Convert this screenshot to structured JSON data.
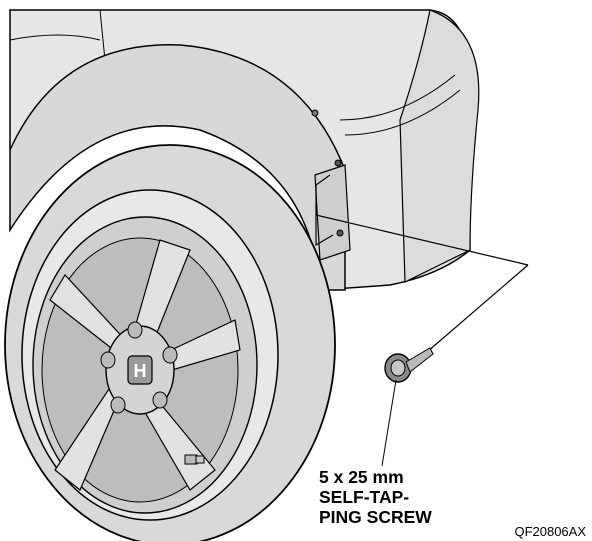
{
  "callout": {
    "line1": "5 x 25 mm",
    "line2": "SELF-TAP-",
    "line3": "PING SCREW"
  },
  "figure_code": "QF20806AX",
  "colors": {
    "body_panel": "#e4e4e4",
    "tire": "#d6d6d6",
    "wheel": "#cfcfcf",
    "outline": "#000000",
    "text": "#000000"
  }
}
